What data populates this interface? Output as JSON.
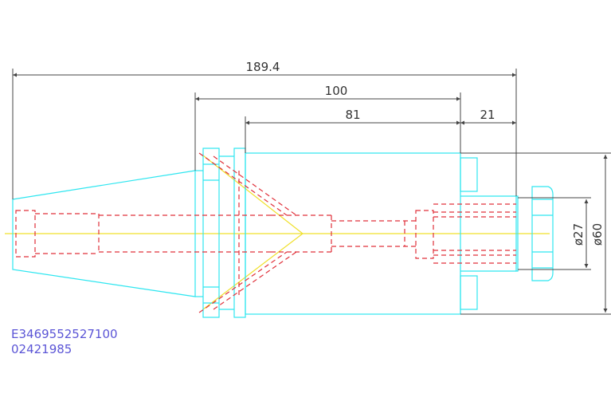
{
  "dimensions": {
    "overall_length": "189.4",
    "body_length": "100",
    "bore_length": "81",
    "nut_length": "21",
    "diameter_small": "ø27",
    "diameter_large": "ø60"
  },
  "part_codes": {
    "code_line1": "E3469552527100",
    "code_line2": "02421985"
  },
  "colors": {
    "outline": "#2ee6f0",
    "hidden": "#e0303a",
    "center": "#f0e02a",
    "dimension": "#444444",
    "code_text": "#5b55d6"
  }
}
